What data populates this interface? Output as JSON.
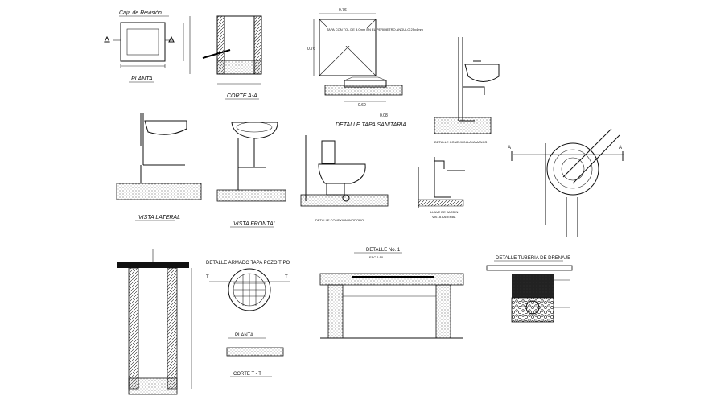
{
  "sheet": {
    "labels": {
      "caja_title": "Caja de Revisión",
      "planta": "PLANTA",
      "corte_aa": "CORTE A-A",
      "tapa_note": "TAPA CON TOL DE 3.0mm EN EL PERIMETRO ANGULO 25x4mm",
      "tapa_width": "0.76",
      "tapa_height": "0.76",
      "tapa_dim_1": "0.60",
      "tapa_dim_2": "0.08",
      "detalle_tapa": "DETALLE TAPA SANITARIA",
      "detalle_conexion_lavamanos": "DETALLE CONEXION LAVAMANOS",
      "vista_lateral": "VISTA LATERAL",
      "vista_frontal": "VISTA FRONTAL",
      "detalle_conexion_inodoro": "DETALLE CONEXION INODORO",
      "llave_de_jardin": "LLAVE DE JARDIN",
      "vista_lateral_small": "VISTA LATERAL",
      "marker_a": "A",
      "detalle_armado": "DETALLE ARMADO TAPA POZO TIPO",
      "planta_2": "PLANTA",
      "corte_tt": "CORTE T - T",
      "marker_t": "T",
      "detalle_no1": "DETALLE No. 1",
      "detalle_tuberia": "DETALLE TUBERIA DE DRENAJE",
      "escala": "ESC 1:10"
    }
  }
}
